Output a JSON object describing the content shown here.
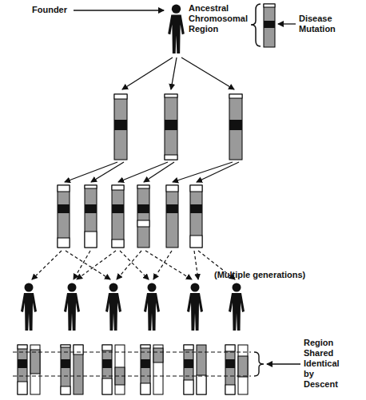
{
  "diagram": {
    "labels": [
      "Founder",
      "Ancestral Chromosomal Region",
      "Disease Mutation",
      "(Multiple generations)",
      "Region Shared Identical by Descent"
    ]
  }
}
